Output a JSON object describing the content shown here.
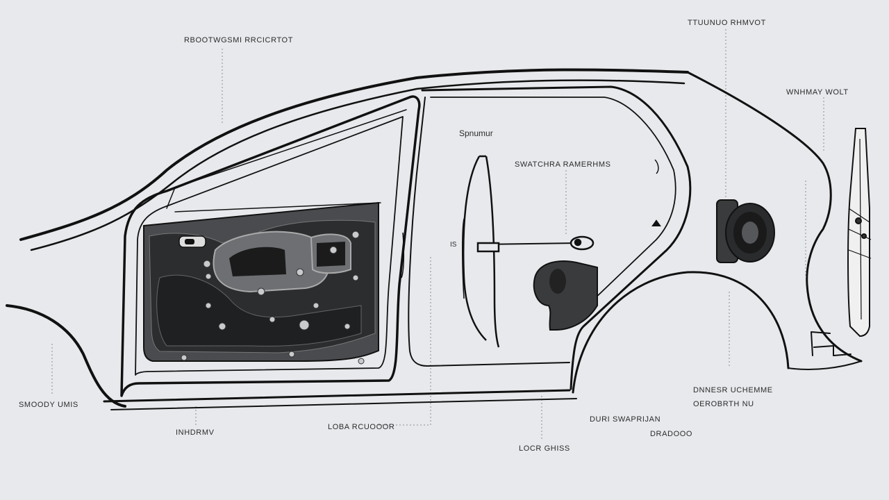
{
  "labels": {
    "top_left": "RBOOTWGSMI RRCICRTOT",
    "top_right": "TTUUNUO RHMVOT",
    "right_upper": "WNHMAY WOLT",
    "speaker": "Spnumur",
    "switch": "SWATCHRA RAMERHMS",
    "left_bottom": "SMOODY UMIS",
    "window": "INHDRMV",
    "lock": "LOBA RCUOOOR",
    "lock2": "LOCR GHISS",
    "bottom_mid": "DURI SWAPRIJAN",
    "right_bottom_1": "DNNESR UCHEMME",
    "right_bottom_2": "OEROBRTH NU",
    "right_bottom_3": "DRADOOO",
    "small_mark": "IS"
  },
  "colors": {
    "background": "#e7e9ec",
    "outline": "#111111",
    "panel_dark": "#3a3b3d",
    "panel_mid": "#6a6c70"
  }
}
